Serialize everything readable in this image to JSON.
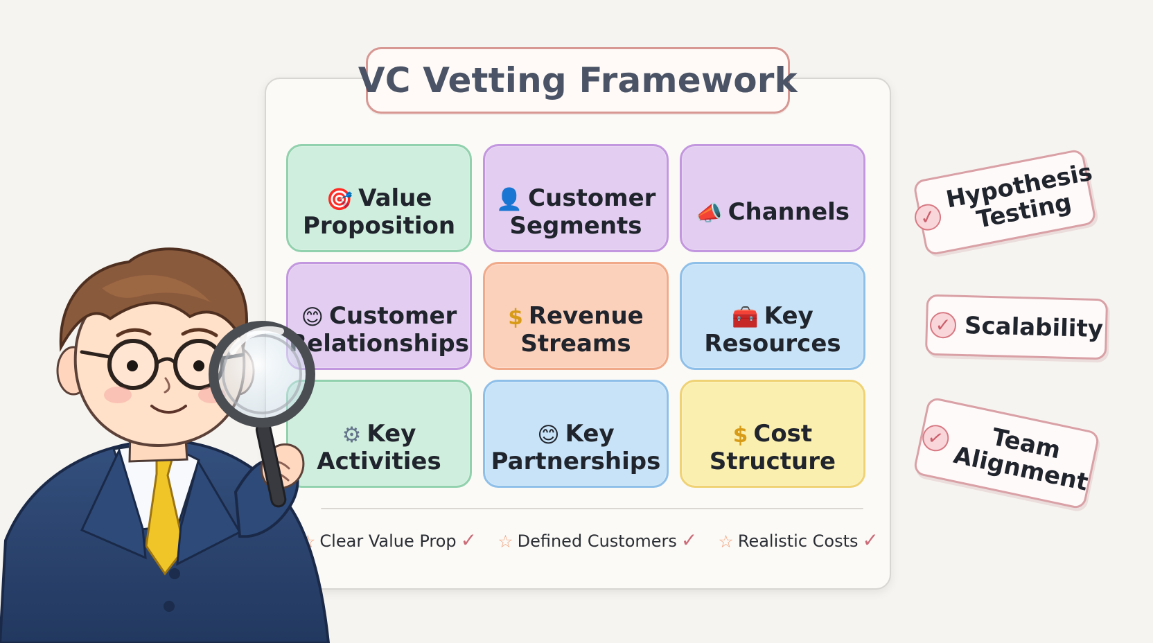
{
  "title": "VC Vetting Framework",
  "cards": [
    {
      "label": "Value\nProposition",
      "icon": "target-icon",
      "glyph": "🎯"
    },
    {
      "label": "Customer\nSegments",
      "icon": "person-icon",
      "glyph": "👤"
    },
    {
      "label": "Channels",
      "icon": "megaphone-icon",
      "glyph": "📣"
    },
    {
      "label": "Customer\nRelationships",
      "icon": "smile-icon",
      "glyph": "😊"
    },
    {
      "label": "Revenue\nStreams",
      "icon": "dollar-icon",
      "glyph": "$"
    },
    {
      "label": "Key\nResources",
      "icon": "resource-box-icon",
      "glyph": "🧰"
    },
    {
      "label": "Key\nActivities",
      "icon": "gear-icon",
      "glyph": "⚙"
    },
    {
      "label": "Key\nPartnerships",
      "icon": "smile-icon",
      "glyph": "😊"
    },
    {
      "label": "Cost\nStructure",
      "icon": "dollar-icon",
      "glyph": "$"
    }
  ],
  "criteria": [
    {
      "label": "Clear Value Prop",
      "icon": "star-icon",
      "check_icon": "check-icon"
    },
    {
      "label": "Defined Customers",
      "icon": "star-icon",
      "check_icon": "check-icon"
    },
    {
      "label": "Realistic Costs",
      "icon": "star-icon",
      "check_icon": "check-icon"
    }
  ],
  "side_cards": [
    {
      "label": "Hypothesis\nTesting",
      "icon": "check-circle-icon"
    },
    {
      "label": "Scalability",
      "icon": "check-circle-icon"
    },
    {
      "label": "Team\nAlignment",
      "icon": "check-circle-icon"
    }
  ],
  "colors": {
    "green": "#cfeedd",
    "purple": "#e3cdf0",
    "orange": "#fbd1bc",
    "blue": "#c8e3f7",
    "yellow": "#fbefb0",
    "title_border": "#d79792",
    "check": "#cb5f6c"
  }
}
